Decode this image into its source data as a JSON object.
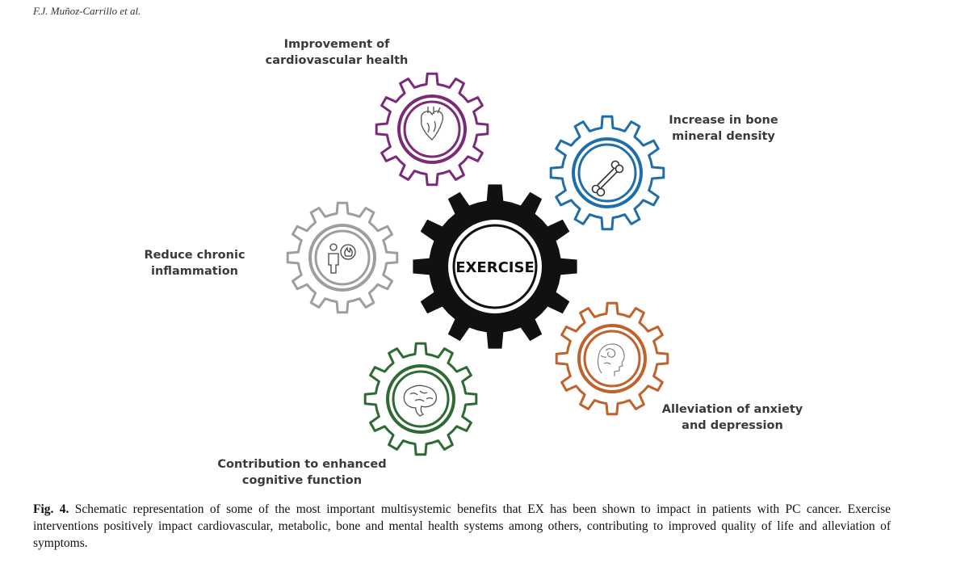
{
  "header": {
    "running_head": "F.J. Muñoz-Carrillo et al."
  },
  "center": {
    "label": "EXERCISE",
    "color": "#111111"
  },
  "benefits": [
    {
      "id": "cardio",
      "line1": "Improvement of",
      "line2": "cardiovascular health",
      "icon": "heart-icon",
      "color": "#7b2a78"
    },
    {
      "id": "bone",
      "line1": "Increase in bone",
      "line2": "mineral density",
      "icon": "bone-icon",
      "color": "#1f6ea8"
    },
    {
      "id": "inflammation",
      "line1": "Reduce chronic",
      "line2": "inflammation",
      "icon": "inflammation-icon",
      "color": "#9e9e9e"
    },
    {
      "id": "mental",
      "line1": "Alleviation of anxiety",
      "line2": "and depression",
      "icon": "anxiety-head-icon",
      "color": "#c0622b"
    },
    {
      "id": "cognitive",
      "line1": "Contribution to enhanced",
      "line2": "cognitive function",
      "icon": "brain-icon",
      "color": "#2e6b34"
    }
  ],
  "caption": {
    "fig_label": "Fig. 4.",
    "text": "Schematic representation of some of the most important multisystemic benefits that EX has been shown to impact in patients with PC cancer. Exercise interventions positively impact cardiovascular, metabolic, bone and mental health systems among others, contributing to improved quality of life and alleviation of symptoms."
  }
}
